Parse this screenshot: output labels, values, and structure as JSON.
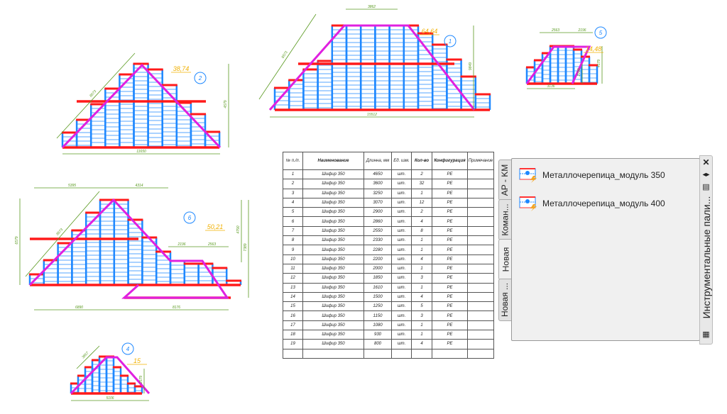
{
  "drawings": [
    {
      "id": "1",
      "area": "64,64",
      "dims": [
        "3862",
        "15512",
        "9849",
        "8573"
      ]
    },
    {
      "id": "2",
      "area": "38,74",
      "dims": [
        "11650",
        "8573",
        "4579"
      ]
    },
    {
      "id": "5",
      "area": "14,48",
      "dims": [
        "2563",
        "2196",
        "3136",
        "4579",
        "2190"
      ]
    },
    {
      "id": "6",
      "area": "50,21",
      "dims": [
        "5395",
        "4314",
        "6890",
        "8176",
        "2196",
        "2563",
        "6579",
        "4790",
        "7389",
        "8573"
      ]
    },
    {
      "id": "4",
      "area": "15",
      "dims": [
        "5106",
        "3857",
        "2579"
      ]
    }
  ],
  "table": {
    "headers": [
      "№ п./п.",
      "Наименование",
      "Длинна, мм",
      "Ед. изм.",
      "Кол-во",
      "Конфигурация",
      "Примечание"
    ],
    "rows": [
      [
        "1",
        "Шифир 350",
        "4650",
        "шт.",
        "2",
        "PE",
        ""
      ],
      [
        "2",
        "Шифир 350",
        "3600",
        "шт.",
        "32",
        "PE",
        ""
      ],
      [
        "3",
        "Шифир 350",
        "3250",
        "шт.",
        "1",
        "PE",
        ""
      ],
      [
        "4",
        "Шифир 350",
        "3070",
        "шт.",
        "12",
        "PE",
        ""
      ],
      [
        "5",
        "Шифир 350",
        "2900",
        "шт.",
        "2",
        "PE",
        ""
      ],
      [
        "6",
        "Шифир 350",
        "2860",
        "шт.",
        "4",
        "PE",
        ""
      ],
      [
        "7",
        "Шифир 350",
        "2550",
        "шт.",
        "8",
        "PE",
        ""
      ],
      [
        "8",
        "Шифир 350",
        "2330",
        "шт.",
        "1",
        "PE",
        ""
      ],
      [
        "9",
        "Шифир 350",
        "2280",
        "шт.",
        "1",
        "PE",
        ""
      ],
      [
        "10",
        "Шифир 350",
        "2200",
        "шт.",
        "4",
        "PE",
        ""
      ],
      [
        "11",
        "Шифир 350",
        "2000",
        "шт.",
        "1",
        "PE",
        ""
      ],
      [
        "12",
        "Шифир 350",
        "1850",
        "шт.",
        "3",
        "PE",
        ""
      ],
      [
        "13",
        "Шифир 350",
        "1610",
        "шт.",
        "1",
        "PE",
        ""
      ],
      [
        "14",
        "Шифир 350",
        "1500",
        "шт.",
        "4",
        "PE",
        ""
      ],
      [
        "15",
        "Шифир 350",
        "1250",
        "шт.",
        "5",
        "PE",
        ""
      ],
      [
        "16",
        "Шифир 350",
        "1150",
        "шт.",
        "3",
        "PE",
        ""
      ],
      [
        "17",
        "Шифир 350",
        "1080",
        "шт.",
        "1",
        "PE",
        ""
      ],
      [
        "18",
        "Шифир 350",
        "930",
        "шт.",
        "1",
        "PE",
        ""
      ],
      [
        "19",
        "Шифир 350",
        "800",
        "шт.",
        "4",
        "PE",
        ""
      ],
      [
        "",
        "",
        "",
        "",
        "",
        "",
        ""
      ]
    ]
  },
  "palette": {
    "title": "Инструментальные пали...",
    "tabs": [
      "AP - KM",
      "Коман...",
      "Новая",
      "Новая ..."
    ],
    "active_tab": "Новая",
    "items": [
      "Металлочерепица_модуль 350",
      "Металлочерепица_модуль 400"
    ],
    "colors": {
      "blue": "#1e88ff",
      "red": "#ff1a1a",
      "magenta": "#e020e0",
      "dim": "#5a9a20",
      "area": "#f0b000"
    }
  }
}
